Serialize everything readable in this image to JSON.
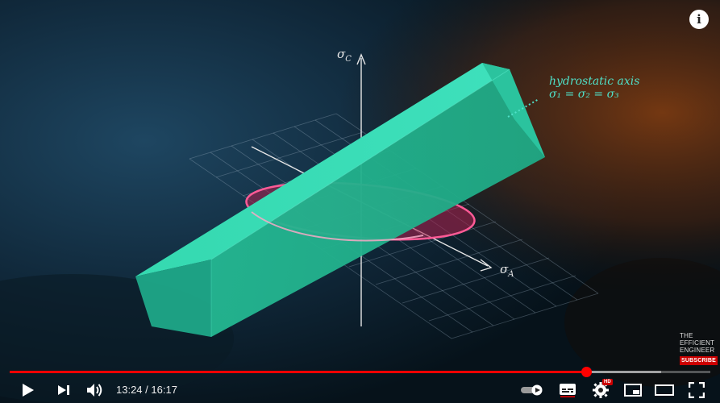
{
  "labels": {
    "sigma_c": "C",
    "sigma_a": "A",
    "hydrostatic_title": "hydrostatic axis",
    "hydrostatic_eq": "σ₁ = σ₂ = σ₃",
    "sigma_symbol": "σ"
  },
  "branding": {
    "line1": "THE",
    "line2": "EFFICIENT",
    "line3": "ENGINEER",
    "subscribe": "SUBSCRIBE"
  },
  "info_icon": "i",
  "player": {
    "current_time": "13:24",
    "separator": " / ",
    "duration": "16:17",
    "progress": 0.823,
    "buffered": 0.93
  },
  "colors": {
    "accent": "#ff0000",
    "prism": "#2fcfa6",
    "ellipse": "#e0457c"
  }
}
